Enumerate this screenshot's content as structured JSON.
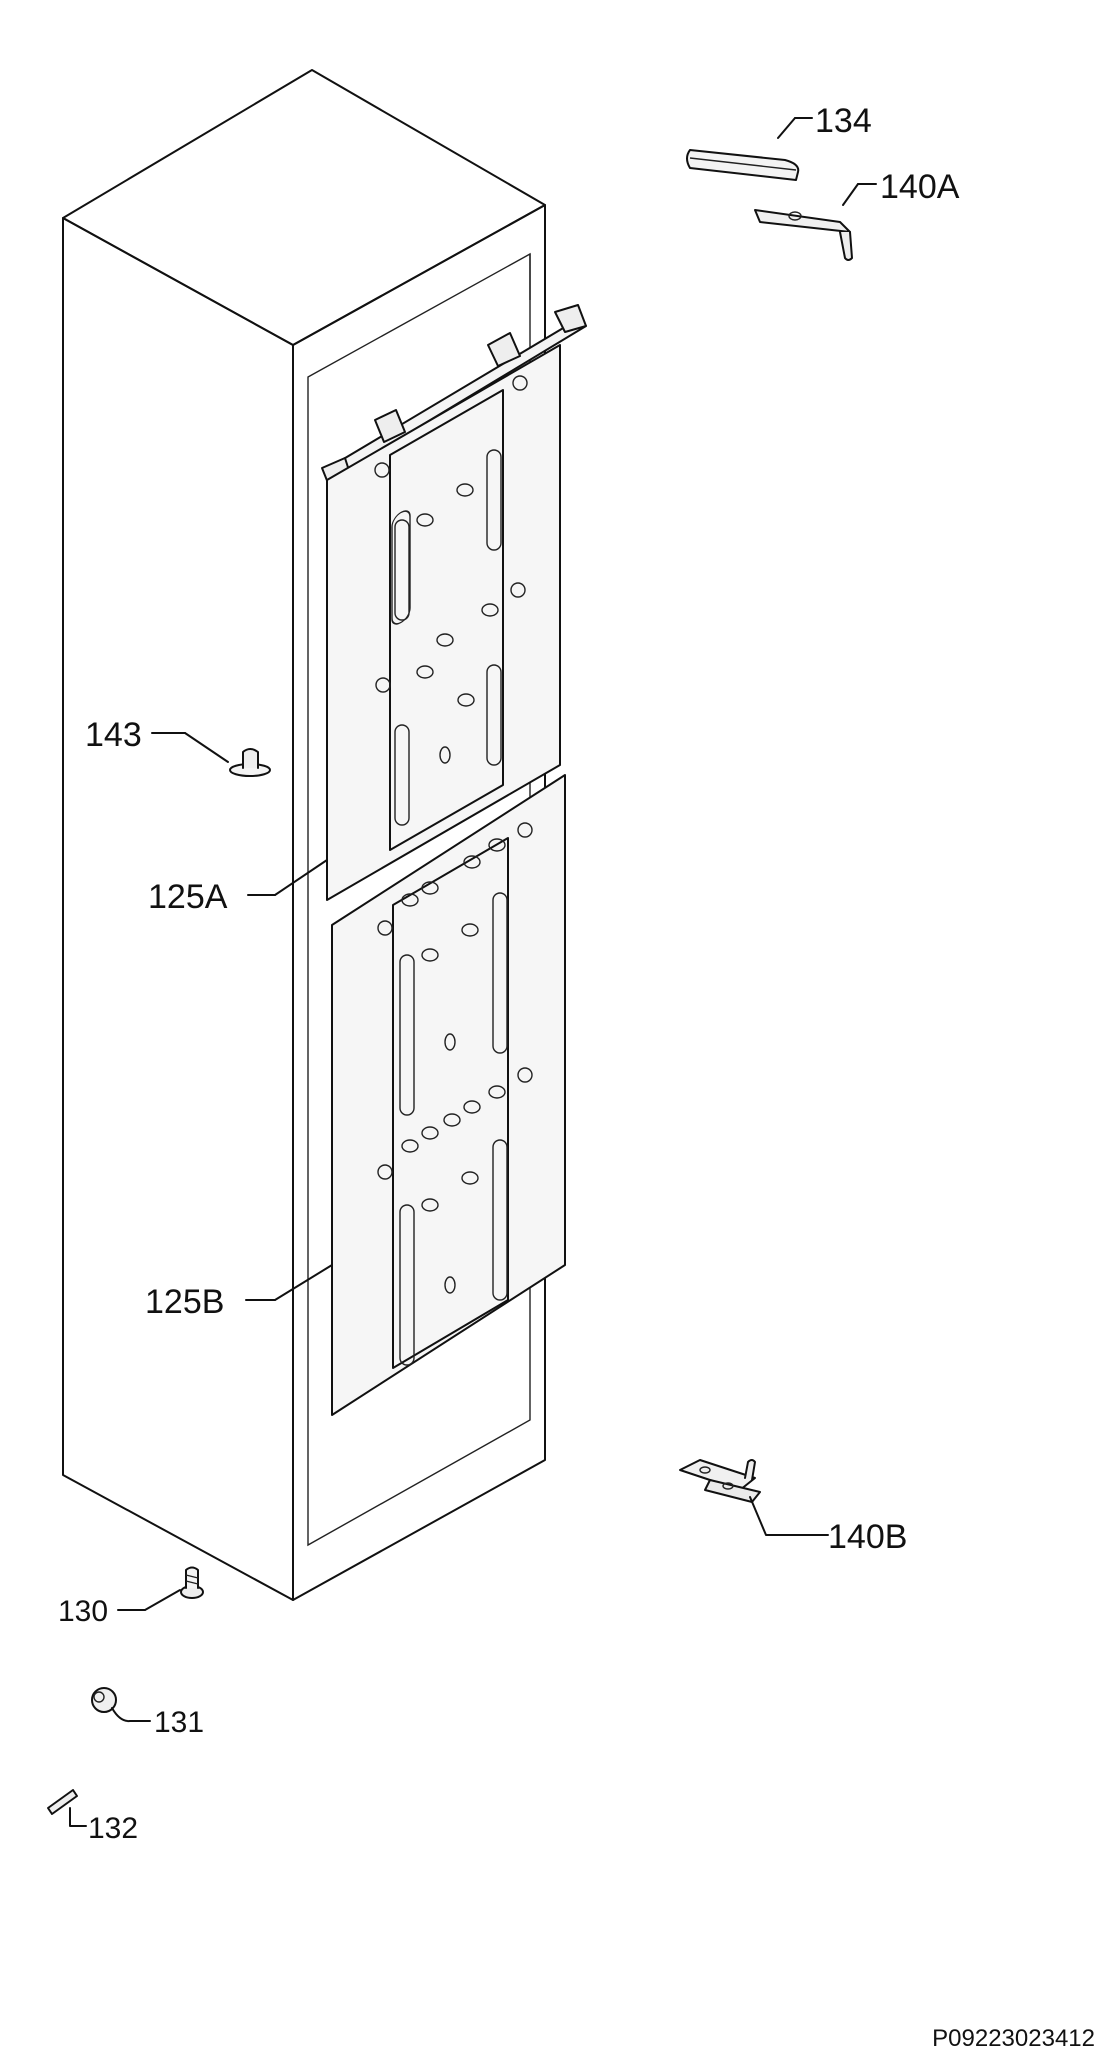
{
  "labels": {
    "p134": "134",
    "p140a": "140A",
    "p143": "143",
    "p125a": "125A",
    "p125b": "125B",
    "p140b": "140B",
    "p130": "130",
    "p131": "131",
    "p132": "132"
  },
  "drawing_code": "P09223023412"
}
